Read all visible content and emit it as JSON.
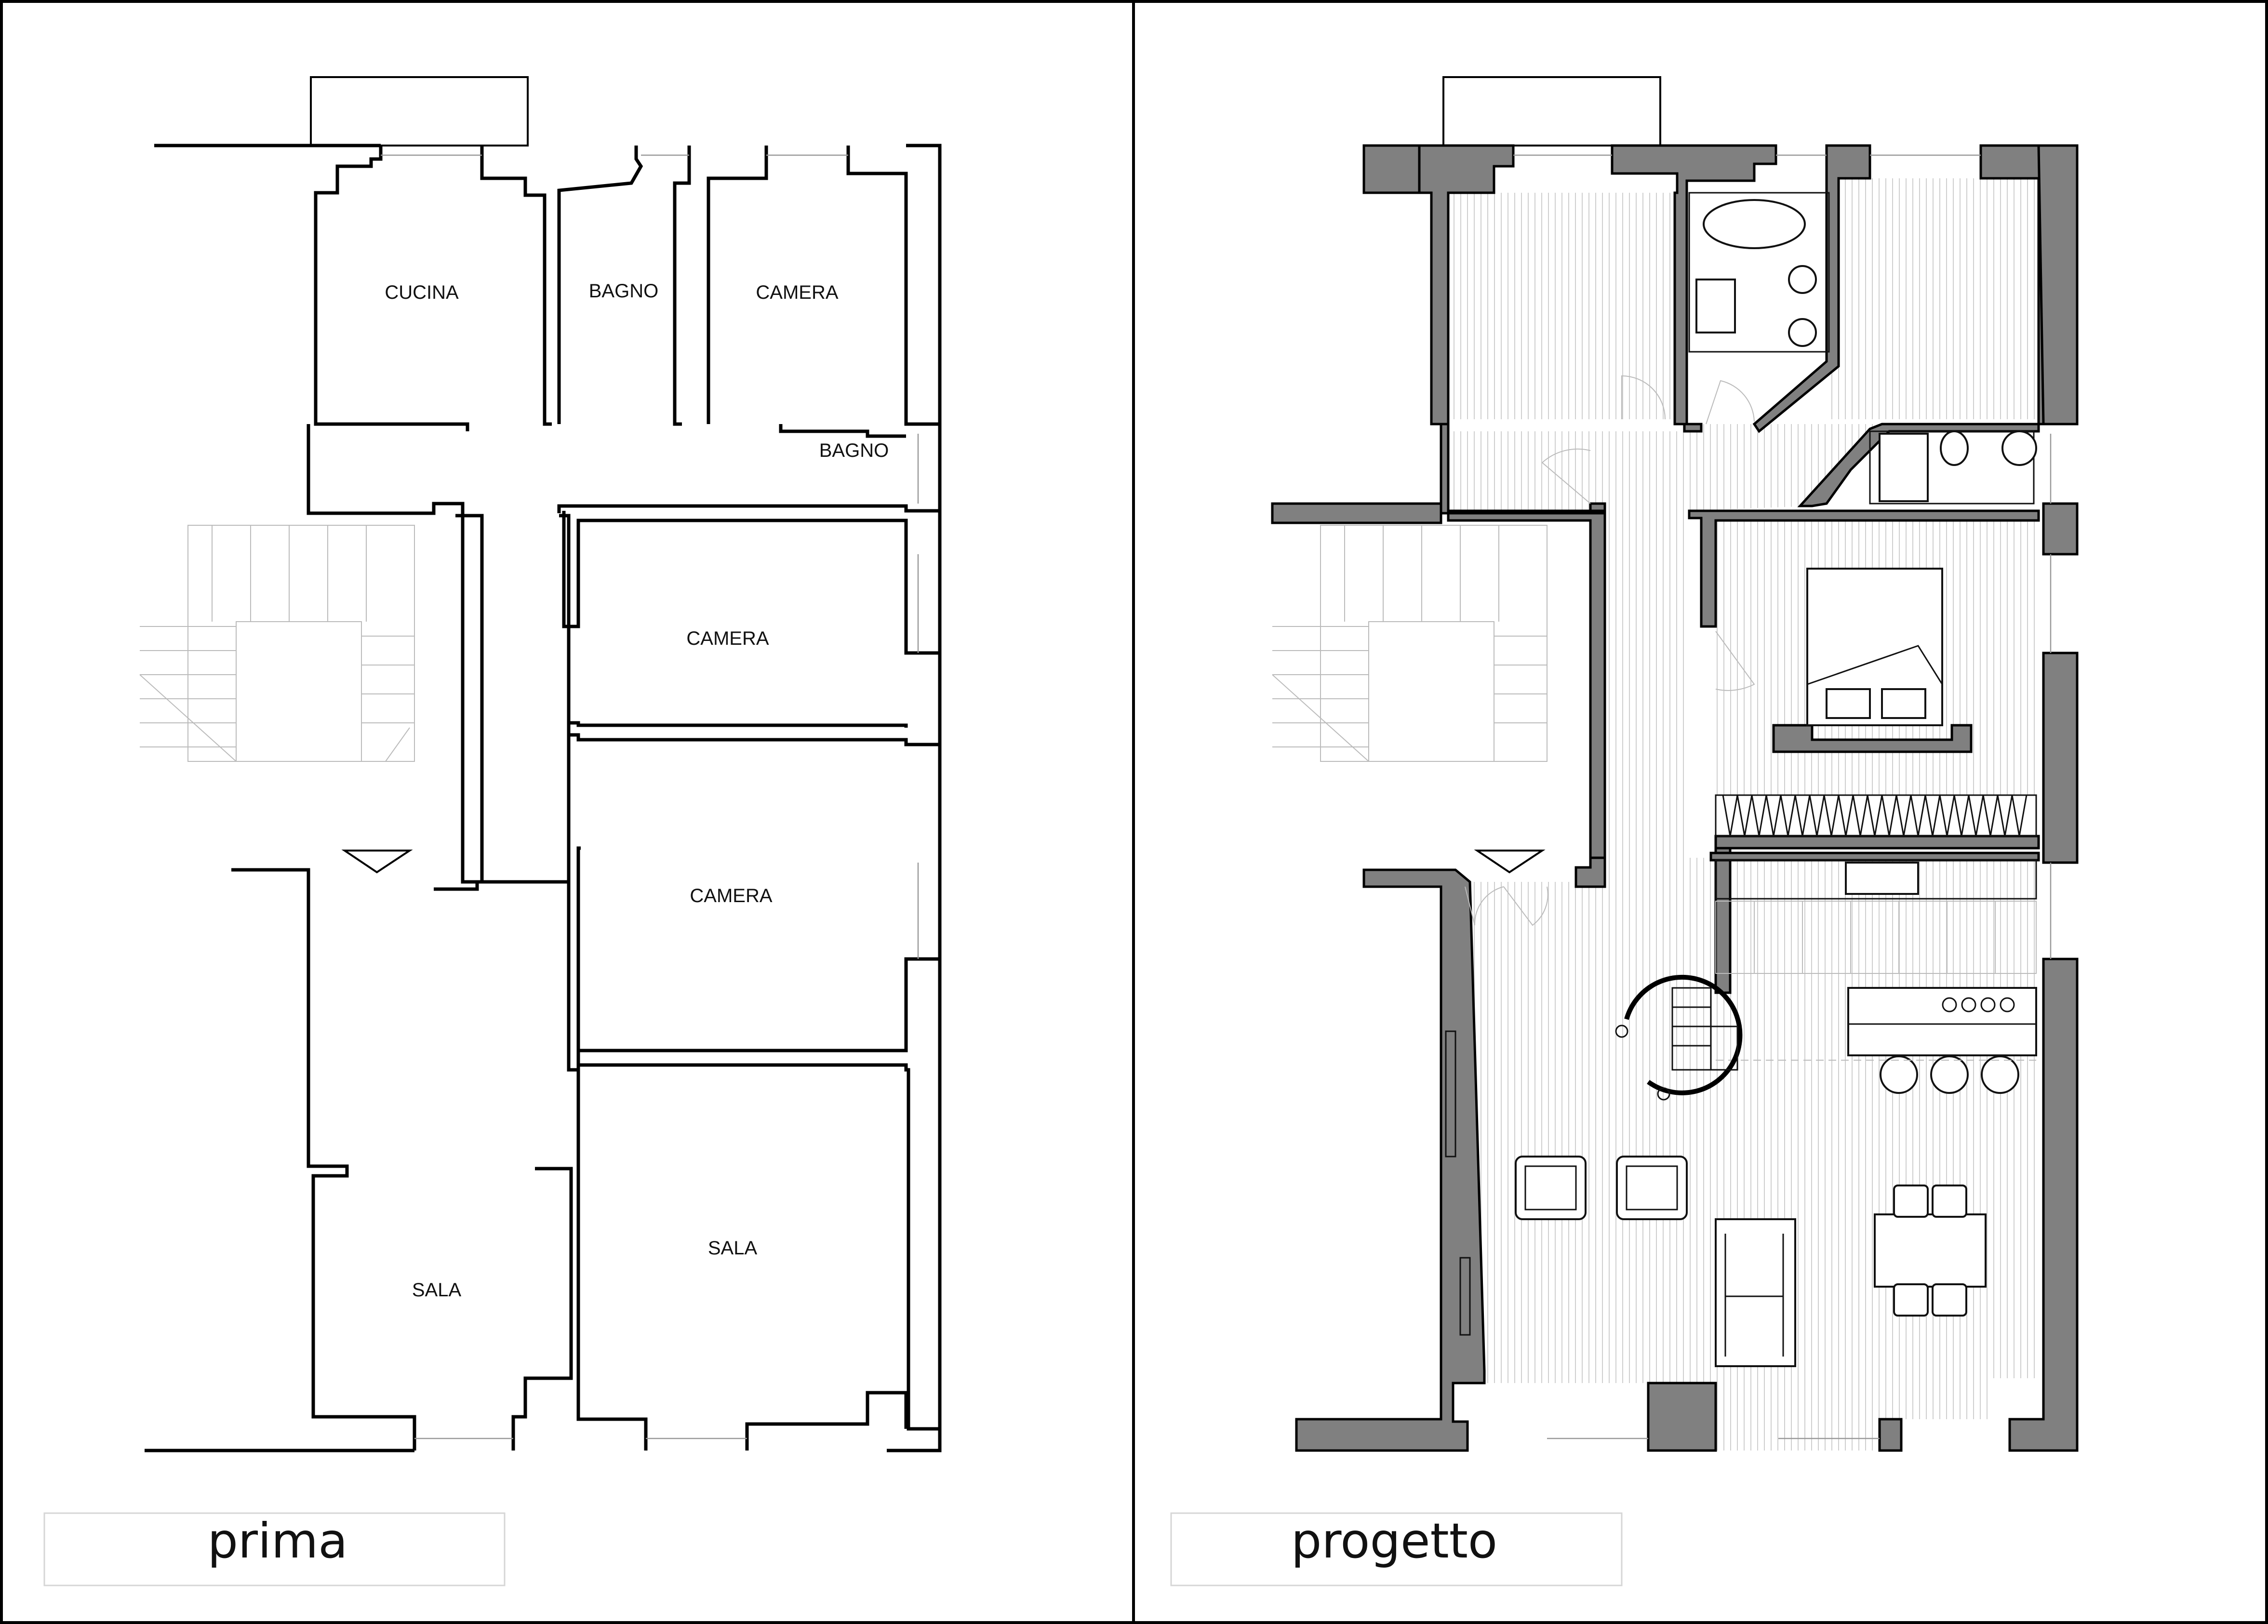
{
  "panels": {
    "before": {
      "caption": "prima",
      "rooms": {
        "cucina": "CUCINA",
        "bagno_top": "BAGNO",
        "camera_top": "CAMERA",
        "bagno_small": "BAGNO",
        "camera_mid": "CAMERA",
        "camera_low": "CAMERA",
        "sala_left": "SALA",
        "sala_right": "SALA"
      }
    },
    "after": {
      "caption": "progetto"
    }
  },
  "colors": {
    "wall_fill": "#808080",
    "line": "#000000",
    "hatch": "#c8c8c8"
  }
}
